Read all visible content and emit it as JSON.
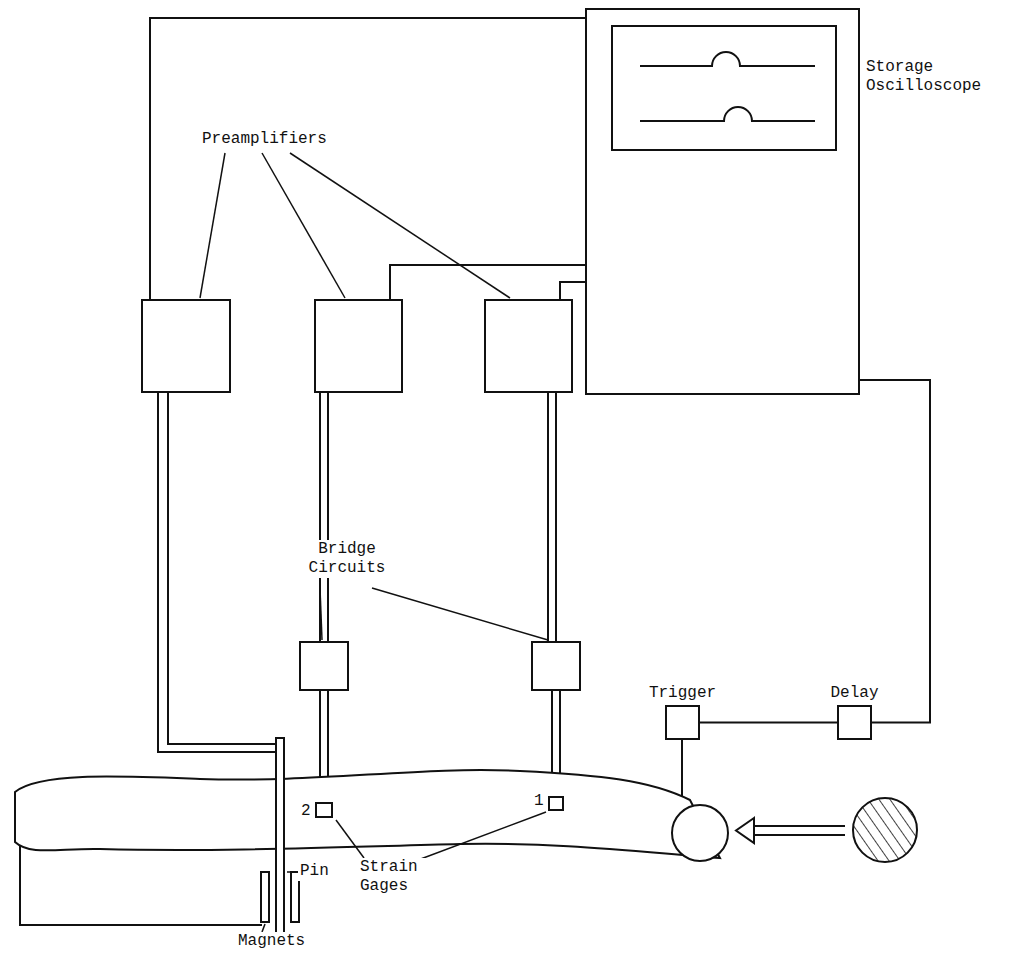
{
  "diagram": {
    "nodes": [
      {
        "text": [
          "Storage Oscilloscope"
        ]
      },
      {
        "text": [
          "Trigger"
        ]
      },
      {
        "text": [
          "Delay"
        ]
      }
    ],
    "edges": [
      {
        "from": 1,
        "to": 2,
        "arrow": "none"
      },
      {
        "from": 2,
        "to": 0,
        "arrow": "none"
      }
    ],
    "labels": [
      "Preamplifiers",
      "Bridge Circuits",
      "2",
      "1",
      "Pin",
      "Strain Gages",
      "Magnets"
    ]
  }
}
